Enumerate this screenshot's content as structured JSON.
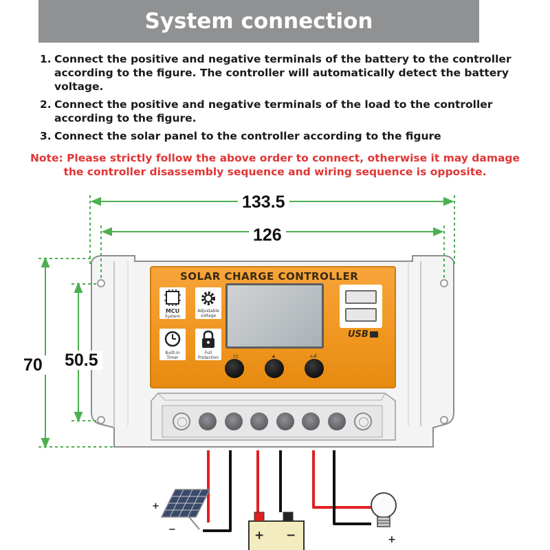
{
  "header": {
    "title": "System connection"
  },
  "steps": [
    {
      "num": "1.",
      "text": "Connect the positive and negative terminals of the battery to the controller according to the figure. The controller will automatically detect the battery voltage."
    },
    {
      "num": "2.",
      "text": "Connect the positive and negative terminals of the load to the controller according to the figure."
    },
    {
      "num": "3.",
      "text": "Connect the solar panel to the controller according to the figure"
    }
  ],
  "note": "Note: Please strictly follow the above order to connect, otherwise it may damage the controller disassembly sequence and wiring sequence is opposite.",
  "dimensions": {
    "outer_width": "133.5",
    "inner_width": "126",
    "outer_height": "70",
    "inner_height": "50.5"
  },
  "controller": {
    "title": "SOLAR CHARGE CONTROLLER",
    "usb_label": "USB",
    "icons": [
      {
        "icon": "chip-icon",
        "label1": "MCU",
        "label2": "System"
      },
      {
        "icon": "gear-icon",
        "label1": "Adjustable",
        "label2": "voltage"
      },
      {
        "icon": "clock-icon",
        "label1": "Built-in",
        "label2": "Timer"
      },
      {
        "icon": "lock-icon",
        "label1": "Full",
        "label2": "Protection"
      }
    ]
  },
  "battery": {
    "plus": "+",
    "minus": "−"
  },
  "solar": {
    "plus": "+",
    "minus": "−"
  },
  "load": {
    "plus": "+"
  },
  "colors": {
    "header_bg": "#8f9192",
    "note": "#e03535",
    "dimension_line": "#4caf50",
    "panel": "#f0961f",
    "wire_red": "#e02020",
    "wire_black": "#111111"
  }
}
